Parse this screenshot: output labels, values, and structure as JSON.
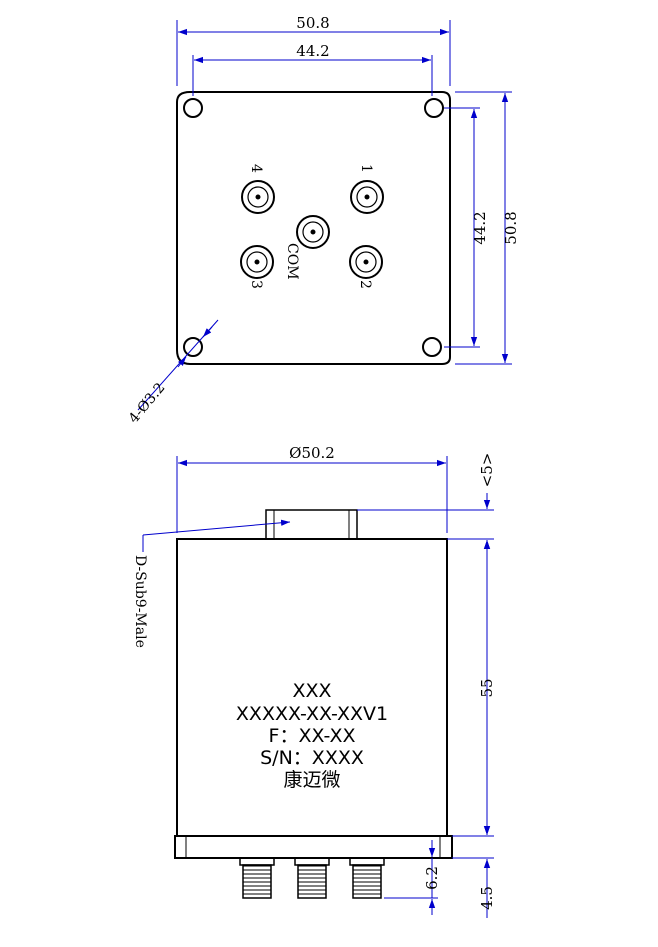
{
  "top_view": {
    "width_outer": "50.8",
    "width_inner": "44.2",
    "height_inner": "44.2",
    "height_outer": "50.8",
    "hole_note": "4-Ø3.2",
    "ports": {
      "p1": "1",
      "p2": "2",
      "p3": "3",
      "p4": "4",
      "com": "COM"
    }
  },
  "side_view": {
    "diameter": "Ø50.2",
    "top_offset": "<5>",
    "height": "55",
    "flange": "4.5",
    "connector_len": "6.2",
    "connector_note": "D-Sub9-Male",
    "label_lines": [
      "XXX",
      "XXXXX-XX-XXV1",
      "F：XX-XX",
      "S/N：XXXX",
      "康迈微"
    ]
  },
  "colors": {
    "line": "#000000",
    "dimension": "#0000cc"
  }
}
